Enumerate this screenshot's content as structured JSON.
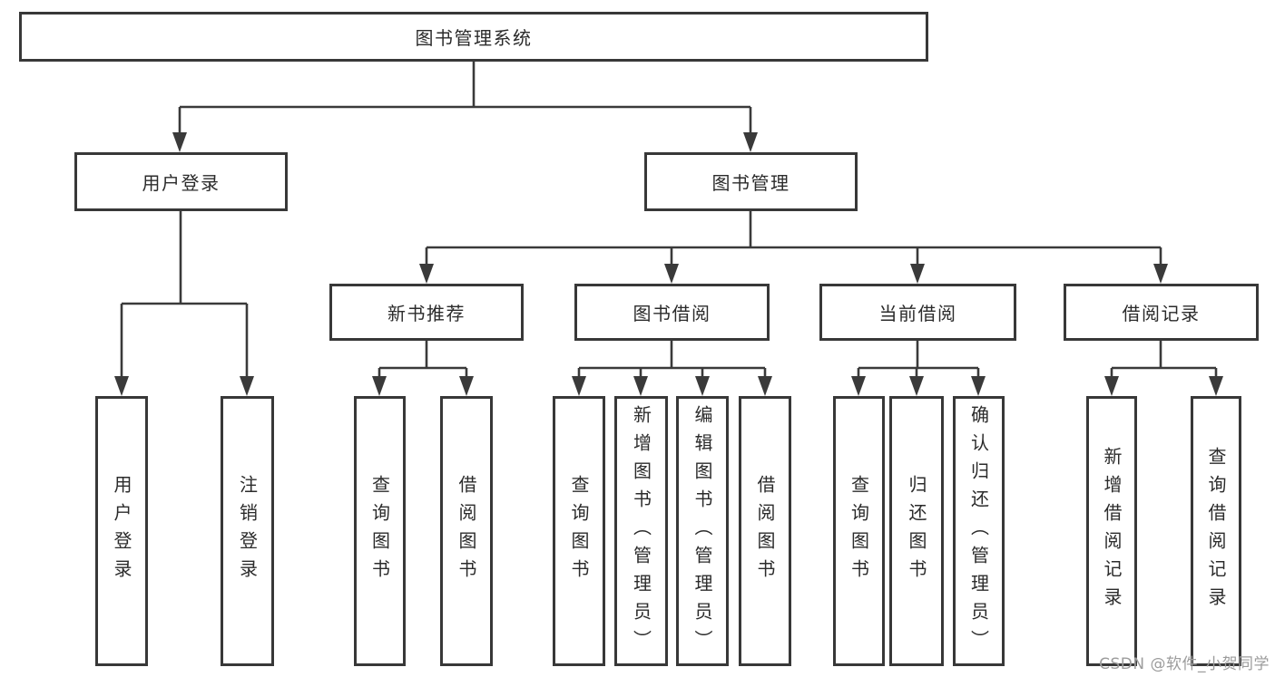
{
  "diagram": {
    "root": {
      "label": "图书管理系统"
    },
    "level2": [
      {
        "label": "用户登录"
      },
      {
        "label": "图书管理"
      }
    ],
    "level3": [
      {
        "label": "新书推荐"
      },
      {
        "label": "图书借阅"
      },
      {
        "label": "当前借阅"
      },
      {
        "label": "借阅记录"
      }
    ],
    "leaves": {
      "user_login": [
        "用户登录",
        "注销登录"
      ],
      "new_book": [
        "查询图书",
        "借阅图书"
      ],
      "book_borrow": [
        "查询图书",
        "新增图书（管理员）",
        "编辑图书（管理员）",
        "借阅图书"
      ],
      "current_borrow": [
        "查询图书",
        "归还图书",
        "确认归还（管理员）"
      ],
      "borrow_record": [
        "新增借阅记录",
        "查询借阅记录"
      ]
    }
  },
  "watermark": {
    "text": "CSDN @软件_小贺同学"
  },
  "colors": {
    "line": "#3a3a3a",
    "box_border": "#383838",
    "text": "#2b2b2b",
    "background": "#ffffff",
    "watermark": "#9c9c9c"
  }
}
